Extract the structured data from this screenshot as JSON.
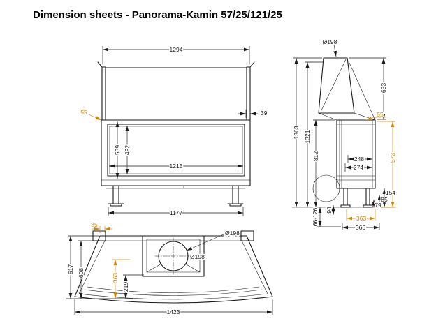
{
  "page": {
    "title": "Dimension sheets - Panorama-Kamin 57/25/121/25"
  },
  "colors": {
    "line": "#1a1a1a",
    "accent": "#d98200"
  },
  "front_view": {
    "width_top": "1294",
    "offset_glass": "55",
    "glass_edge": "39",
    "height_glass": "539",
    "height_opening": "492",
    "width_opening": "1215",
    "width_feet": "1177"
  },
  "side_view": {
    "flue_diameter": "Ø198",
    "flue_height": "633",
    "offset_glass": "55",
    "height_total": "1363",
    "height_body": "1321",
    "height_firebox": "812",
    "depth_opening": "248",
    "depth_glass": "274",
    "height_frame": "573",
    "base_a": "154",
    "base_b": "85",
    "base_c": "79",
    "outlet_offset": "94",
    "leg_range": "66-126",
    "depth_frame": "363",
    "depth_base": "366"
  },
  "plan_view": {
    "offset_side": "35",
    "flue_diameter": "Ø198",
    "flue_diameter_center": "Ø198",
    "depth_total": "617",
    "depth_inner": "608",
    "depth_firebox": "363",
    "depth_back": "219",
    "width_total": "1423"
  }
}
